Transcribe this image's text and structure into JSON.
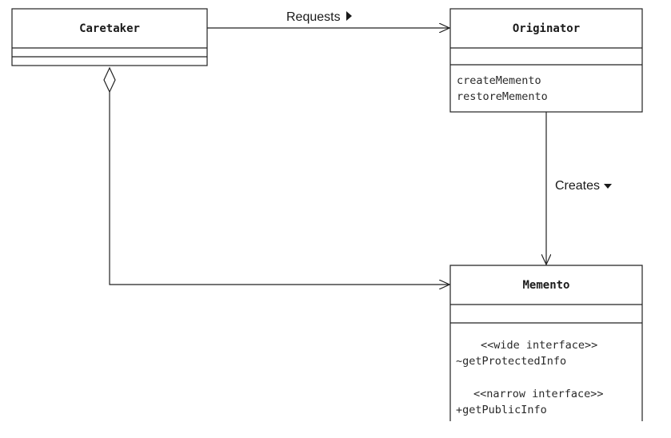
{
  "classes": {
    "caretaker": {
      "name": "Caretaker"
    },
    "originator": {
      "name": "Originator",
      "methods": [
        "createMemento",
        "restoreMemento"
      ]
    },
    "memento": {
      "name": "Memento",
      "wide_stereotype": "<<wide interface>>",
      "wide_method": "~getProtectedInfo",
      "narrow_stereotype": "<<narrow interface>>",
      "narrow_method": "+getPublicInfo"
    }
  },
  "associations": {
    "requests_label": "Requests",
    "creates_label": "Creates"
  }
}
